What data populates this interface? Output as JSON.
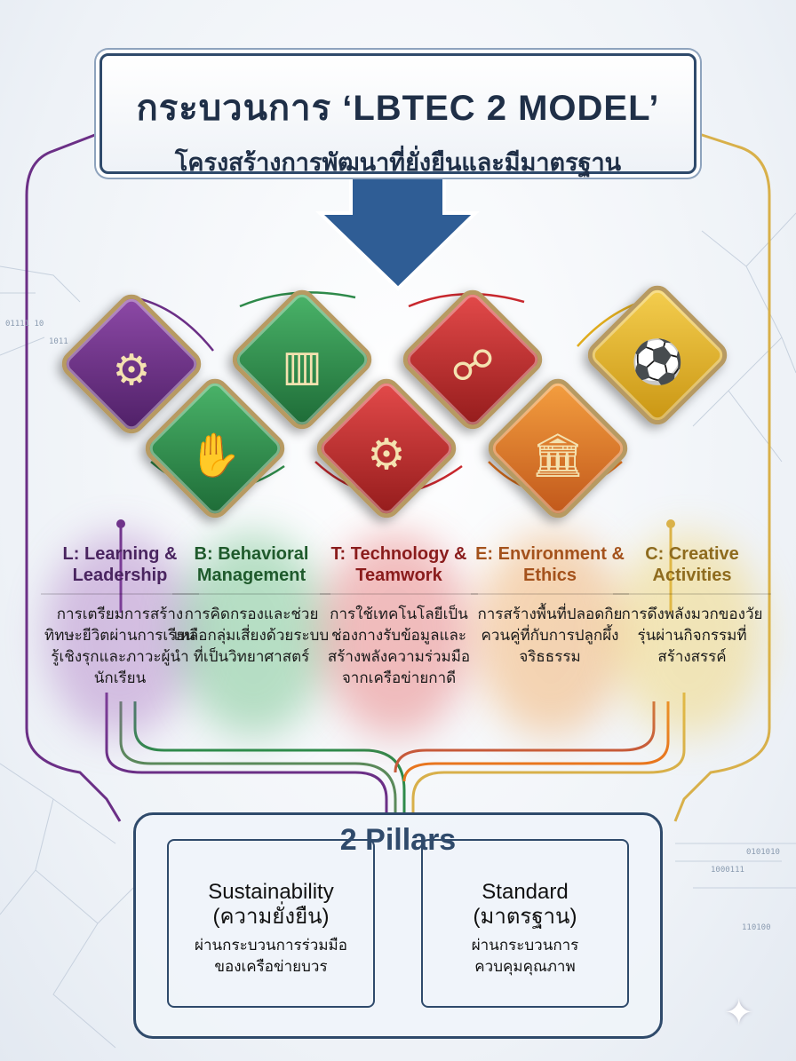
{
  "header": {
    "title": "กระบวนการ ‘LBTEC 2 MODEL’",
    "subtitle": "โครงสร้างการพัฒนาที่ยั่งยืนและมีมาตรฐาน"
  },
  "colors": {
    "purple": "#6b2f86",
    "green": "#2e8a4a",
    "red": "#c8282e",
    "orange": "#e8761e",
    "yellow": "#e2ae1e",
    "navy": "#2f4a6b"
  },
  "components": [
    {
      "title": "L: Learning & Leadership",
      "color": "#4a2560",
      "desc": "การเตรียมการสร้างทิทษะยีวิตผ่านการเรียนรู้เชิงรุกและภาวะผู้นำนักเรียน",
      "icon": "leadership-icon"
    },
    {
      "title": "B: Behavioral Management",
      "color": "#1f5a2c",
      "desc": "การคิดกรองและช่วยเหลือกลุ่มเสี่ยงด้วยระบบที่เป็นวิทยาศาสตร์",
      "icon": "helping-hands-icon"
    },
    {
      "title": "T: Technology & Teamwork",
      "color": "#8a1c1c",
      "desc": "การใช้เทคโนโลยีเป็นช่องกางรับข้อมูลและสร้างพลังความร่วมมือจากเครือข่ายกาดี",
      "icon": "technology-icon"
    },
    {
      "title": "E: Environment & Ethics",
      "color": "#a4521c",
      "desc": "การสร้างพื้นที่ปลอดกิยควนคู่ที่กับการปลูกผึ้งจริธธรรม",
      "icon": "school-building-icon"
    },
    {
      "title": "C: Creative Activities",
      "color": "#8e6b1e",
      "desc": "การดึงพลังมวกของวัยรุ่นผ่านกิจกรรมที่สร้างสรรค์",
      "icon": "sports-activity-icon"
    }
  ],
  "pillars": {
    "title": "2 Pillars",
    "items": [
      {
        "name": "Sustainability",
        "thai": "(ความยั่งยืน)",
        "desc": "ผ่านกระบวนการร่วมมือของเครือข่ายบวร"
      },
      {
        "name": "Standard",
        "thai": "(มาตรฐาน)",
        "desc": "ผ่านกระบวนการควบคุมคุณภาพ"
      }
    ]
  },
  "decor": {
    "bits1": "01111 10",
    "bits2": "1011",
    "bits3": "0101010",
    "bits4": "1000111",
    "bits5": "110100"
  }
}
